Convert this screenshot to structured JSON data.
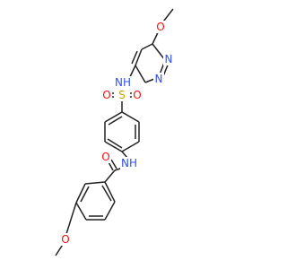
{
  "molecule": {
    "atoms": [
      {
        "id": "o_top",
        "label": "O",
        "color": "#ff0d0d"
      },
      {
        "id": "n_pyr_upper",
        "label": "N",
        "color": "#3050f8"
      },
      {
        "id": "n_pyr_lower",
        "label": "N",
        "color": "#3050f8"
      },
      {
        "id": "nh_sulfonamide",
        "label": "NH",
        "color": "#3050f8"
      },
      {
        "id": "s_sulfonyl",
        "label": "S",
        "color": "#c8a000"
      },
      {
        "id": "o_sulfonyl_left",
        "label": "O",
        "color": "#ff0d0d"
      },
      {
        "id": "o_sulfonyl_right",
        "label": "O",
        "color": "#ff0d0d"
      },
      {
        "id": "nh_amide",
        "label": "NH",
        "color": "#3050f8"
      },
      {
        "id": "o_carbonyl",
        "label": "O",
        "color": "#ff0d0d"
      },
      {
        "id": "o_bottom",
        "label": "O",
        "color": "#ff0d0d"
      }
    ],
    "bond_color": "#222222"
  }
}
